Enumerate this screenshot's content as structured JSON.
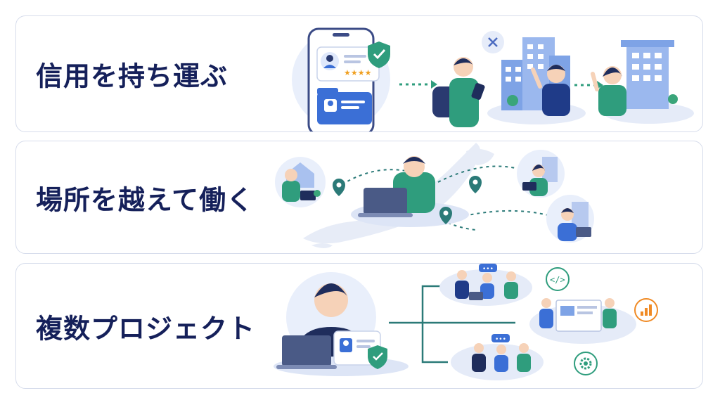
{
  "panels": [
    {
      "id": "portable-credit",
      "heading": "信用を持ち運ぶ"
    },
    {
      "id": "work-beyond-location",
      "heading": "場所を越えて働く"
    },
    {
      "id": "multiple-projects",
      "heading": "複数プロジェクト"
    }
  ],
  "icons": {
    "panel1": [
      "smartphone-icon",
      "profile-card-icon",
      "star-rating-icon",
      "shield-check-icon",
      "id-card-folder-icon",
      "traveler-with-backpack-icon",
      "close-icon",
      "office-building-icon",
      "businessperson-icon"
    ],
    "panel2": [
      "japan-map-icon",
      "remote-worker-home-icon",
      "central-worker-laptop-icon",
      "map-pin-icon",
      "office-worker-icon"
    ],
    "panel3": [
      "person-portrait-icon",
      "laptop-icon",
      "id-card-icon",
      "shield-check-icon",
      "team-meeting-icon",
      "presentation-icon",
      "code-icon",
      "chart-icon",
      "gear-icon"
    ]
  },
  "colors": {
    "heading": "#15205a",
    "border": "#d6dceb",
    "blue": "#3b6fd6",
    "green": "#2f9d7d",
    "teal": "#2b7a78",
    "orange": "#f08a24",
    "navy": "#1f2d5c"
  }
}
